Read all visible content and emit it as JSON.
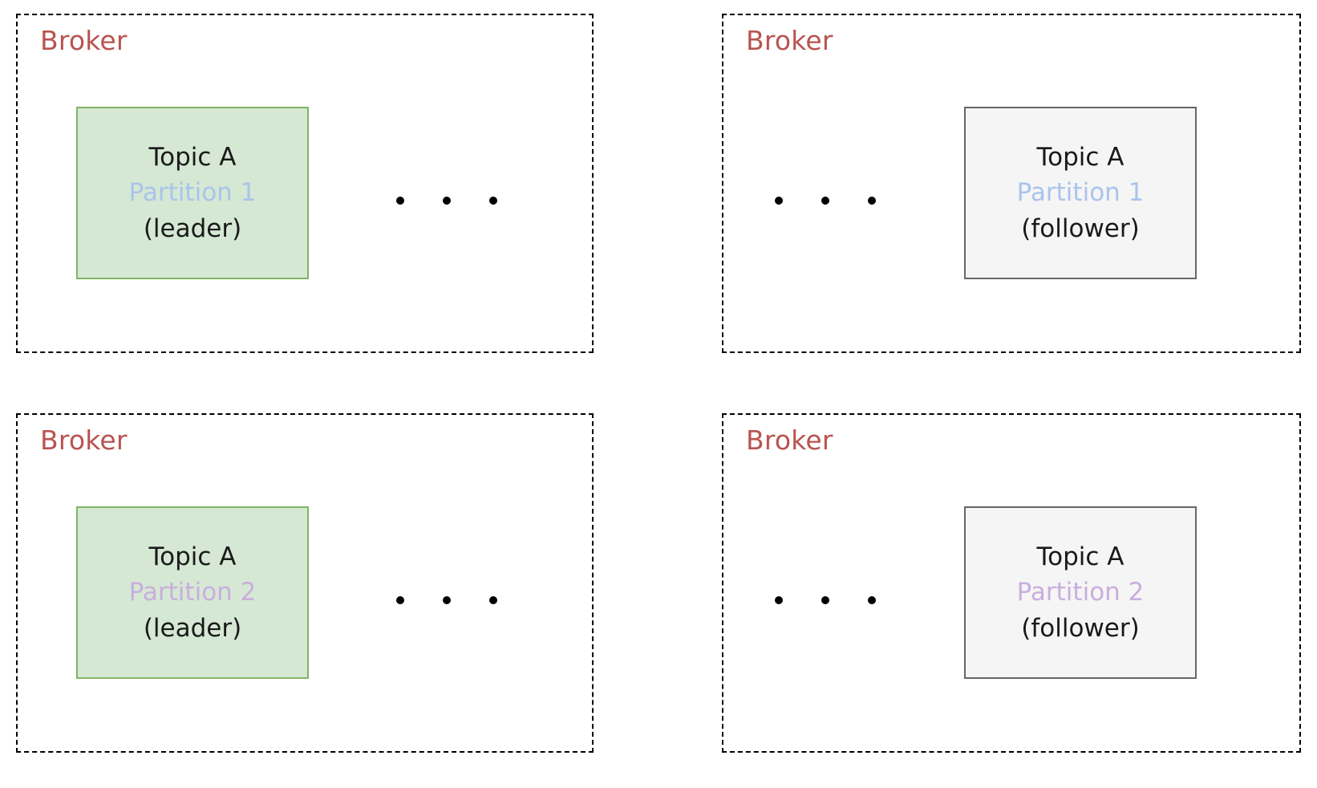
{
  "diagram": {
    "title": "Kafka topic partition leader and follower replicas across brokers",
    "colors": {
      "broker_label": "#b85450",
      "leader_fill": "#d5e8d4",
      "leader_stroke": "#82b366",
      "follower_fill": "#f5f5f5",
      "follower_stroke": "#666666",
      "partition_1_text": "#a9c4eb",
      "partition_2_text": "#c9aede",
      "body_text": "#1a1a1a",
      "broker_border": "#000000",
      "background": "#ffffff"
    }
  },
  "brokers": [
    {
      "id": "broker-top-left",
      "label": "Broker",
      "partition": {
        "kind": "leader",
        "topic": "Topic A",
        "partition": "Partition 1",
        "role": "(leader)",
        "partition_color_key": "partition_1_text"
      },
      "ellipsis": "• • •",
      "ellipsis_count": 3
    },
    {
      "id": "broker-top-right",
      "label": "Broker",
      "partition": {
        "kind": "follower",
        "topic": "Topic A",
        "partition": "Partition 1",
        "role": "(follower)",
        "partition_color_key": "partition_1_text"
      },
      "ellipsis": "• • •",
      "ellipsis_count": 3
    },
    {
      "id": "broker-bottom-left",
      "label": "Broker",
      "partition": {
        "kind": "leader",
        "topic": "Topic A",
        "partition": "Partition 2",
        "role": "(leader)",
        "partition_color_key": "partition_2_text"
      },
      "ellipsis": "• • •",
      "ellipsis_count": 3
    },
    {
      "id": "broker-bottom-right",
      "label": "Broker",
      "partition": {
        "kind": "follower",
        "topic": "Topic A",
        "partition": "Partition 2",
        "role": "(follower)",
        "partition_color_key": "partition_2_text"
      },
      "ellipsis": "• • •",
      "ellipsis_count": 3
    }
  ]
}
